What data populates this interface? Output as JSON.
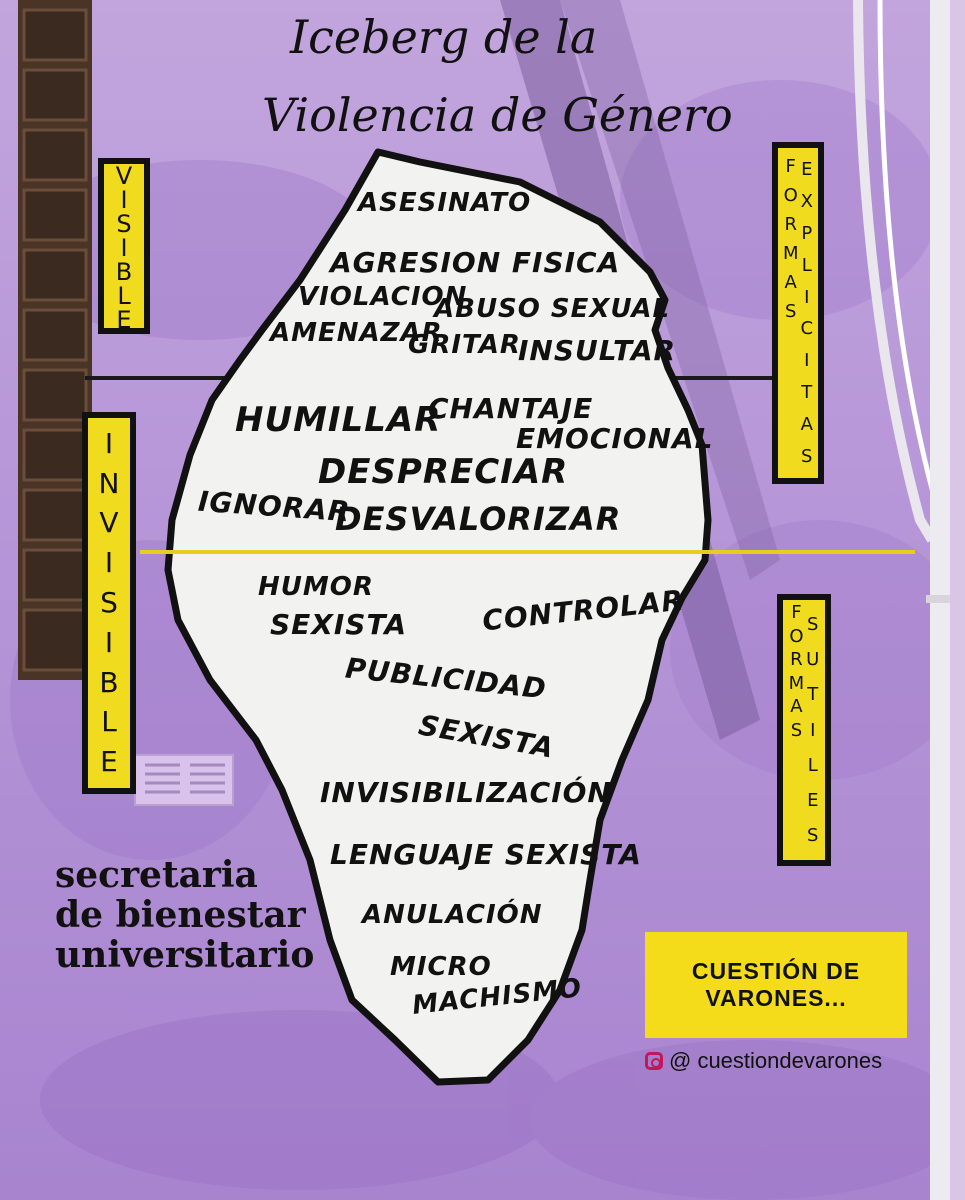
{
  "title": {
    "line1": "Iceberg de la",
    "line2": "Violencia de Género"
  },
  "left_labels": {
    "visible": [
      "V",
      "I",
      "S",
      "I",
      "B",
      "L",
      "E"
    ],
    "invisible": [
      "I",
      "N",
      "V",
      "I",
      "S",
      "I",
      "B",
      "L",
      "E"
    ]
  },
  "right_labels": {
    "explicitas": {
      "col1": [
        "F",
        "O",
        "R",
        "M",
        "A",
        "S"
      ],
      "col2": [
        "E",
        "X",
        "P",
        "L",
        "I",
        "C",
        "I",
        "T",
        "A",
        "S"
      ]
    },
    "sutiles": {
      "col1": [
        "F",
        "O",
        "R",
        "M",
        "A",
        "S"
      ],
      "col2": [
        "S",
        "U",
        "T",
        "I",
        "L",
        "E",
        "S"
      ]
    }
  },
  "iceberg_words": {
    "asesinato": "ASESINATO",
    "agresion": "AGRESION FISICA",
    "violacion": "VIOLACION",
    "abuso": "ABUSO SEXUAL",
    "amenazar": "AMENAZAR",
    "gritar": "GRITAR",
    "insultar": "INSULTAR",
    "humillar": "HUMILLAR",
    "chantaje1": "CHANTAJE",
    "chantaje2": "EMOCIONAL",
    "despreciar": "DESPRECIAR",
    "ignorar": "IGNORAR",
    "desvalorizar": "DESVALORIZAR",
    "humor1": "HUMOR",
    "humor2": "SEXISTA",
    "controlar": "CONTROLAR",
    "publicidad1": "PUBLICIDAD",
    "publicidad2": "SEXISTA",
    "invisibilizacion": "INVISIBILIZACIÓN",
    "lenguaje": "LENGUAJE SEXISTA",
    "anulacion": "ANULACIÓN",
    "micro1": "MICRO",
    "micro2": "MACHISMO"
  },
  "secretaria": {
    "line1": "secretaria",
    "line2": "de bienestar",
    "line3": "universitario"
  },
  "brand": {
    "line1": "CUESTIÓN DE",
    "line2": "VARONES..."
  },
  "instagram": {
    "icon": "instagram-icon",
    "handle": "@ cuestiondevarones"
  },
  "colors": {
    "wall": "#b797d8",
    "label_yellow": "#f1db1f",
    "ink": "#111111",
    "iceberg": "#f2f2f0"
  }
}
